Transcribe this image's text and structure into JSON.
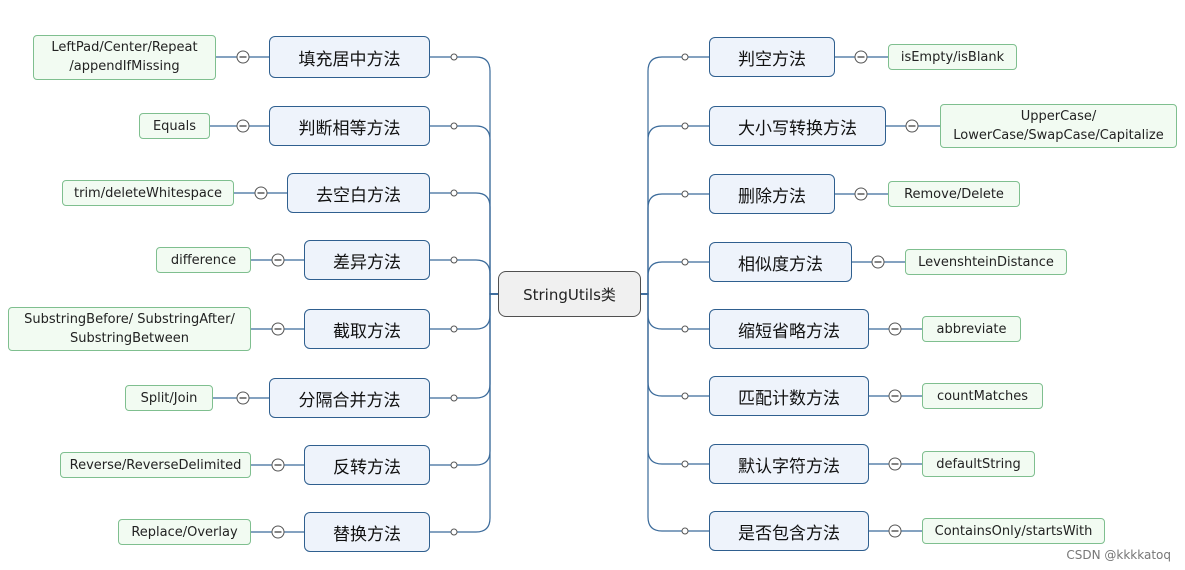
{
  "root": {
    "label": "StringUtils类"
  },
  "left_methods": [
    {
      "label": "填充居中方法",
      "detail": "LeftPad/Center/Repeat\n/appendIfMissing"
    },
    {
      "label": "判断相等方法",
      "detail": "Equals"
    },
    {
      "label": "去空白方法",
      "detail": "trim/deleteWhitespace"
    },
    {
      "label": "差异方法",
      "detail": "difference"
    },
    {
      "label": "截取方法",
      "detail": "SubstringBefore/ SubstringAfter/\nSubstringBetween"
    },
    {
      "label": "分隔合并方法",
      "detail": "Split/Join"
    },
    {
      "label": "反转方法",
      "detail": "Reverse/ReverseDelimited"
    },
    {
      "label": "替换方法",
      "detail": "Replace/Overlay"
    }
  ],
  "right_methods": [
    {
      "label": "判空方法",
      "detail": "isEmpty/isBlank"
    },
    {
      "label": "大小写转换方法",
      "detail": "UpperCase/\nLowerCase/SwapCase/Capitalize"
    },
    {
      "label": "删除方法",
      "detail": "Remove/Delete"
    },
    {
      "label": "相似度方法",
      "detail": "LevenshteinDistance"
    },
    {
      "label": "缩短省略方法",
      "detail": "abbreviate"
    },
    {
      "label": "匹配计数方法",
      "detail": "countMatches"
    },
    {
      "label": "默认字符方法",
      "detail": "defaultString"
    },
    {
      "label": "是否包含方法",
      "detail": "ContainsOnly/startsWith"
    }
  ],
  "watermark": "CSDN @kkkkatoq",
  "colors": {
    "line": "#3a6a9a",
    "method_border": "#2f5f8f",
    "leaf_border": "#7fbf8f",
    "leaf_fill": "#f2fbf2",
    "method_fill": "#eef3fb"
  }
}
